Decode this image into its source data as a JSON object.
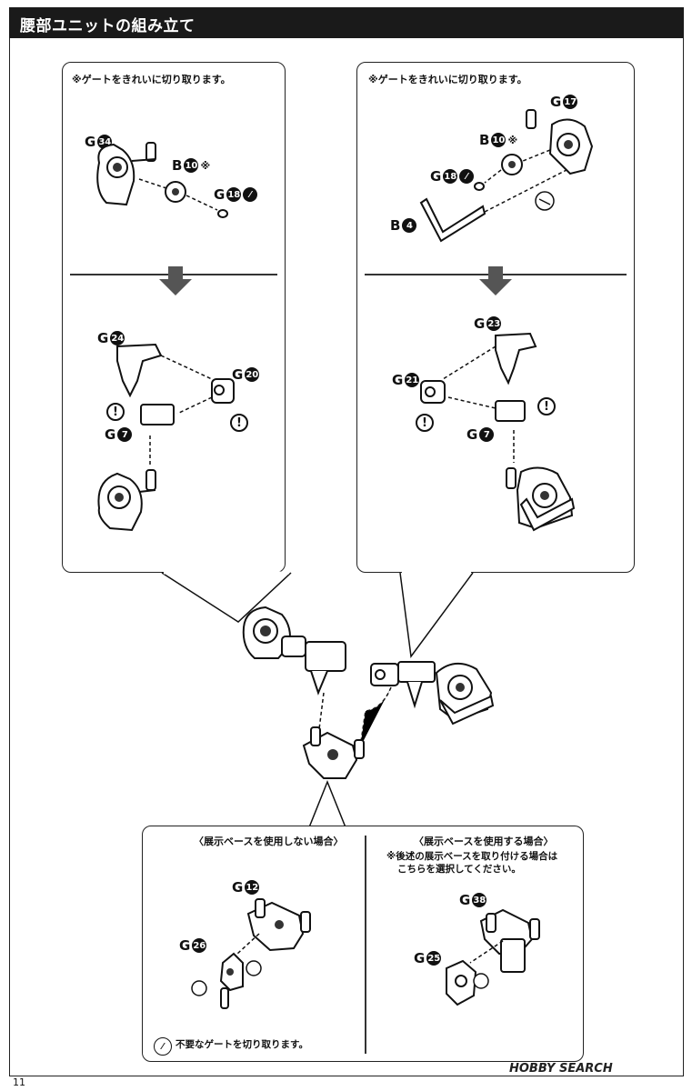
{
  "header": {
    "title": "腰部ユニットの組み立て"
  },
  "panel_left_top": {
    "note": "※ゲートをきれいに切り取ります。",
    "labels": {
      "g34": "G",
      "n34": "34",
      "b10": "B",
      "n10": "10",
      "mark10": "※",
      "g18": "G",
      "n18": "18"
    },
    "labels2": {
      "g24": "G",
      "n24": "24",
      "g20": "G",
      "n20": "20",
      "g7": "G",
      "n7": "7"
    }
  },
  "panel_right_top": {
    "note": "※ゲートをきれいに切り取ります。",
    "labels": {
      "g17": "G",
      "n17": "17",
      "b10": "B",
      "n10": "10",
      "mark10": "※",
      "g18": "G",
      "n18": "18",
      "b4": "B",
      "n4": "4"
    },
    "labels2": {
      "g23": "G",
      "n23": "23",
      "g21": "G",
      "n21": "21",
      "g7": "G",
      "n7": "7"
    }
  },
  "panel_bottom": {
    "left_heading": "〈展示ベースを使用しない場合〉",
    "right_heading": "〈展示ベースを使用する場合〉",
    "right_note_line1": "※後述の展示ベースを取り付ける場合は",
    "right_note_line2": "こちらを選択してください。",
    "left_labels": {
      "g12": "G",
      "n12": "12",
      "g26": "G",
      "n26": "26"
    },
    "right_labels": {
      "g38": "G",
      "n38": "38",
      "g25": "G",
      "n25": "25"
    },
    "footer_note": "不要なゲートを切り取ります。"
  },
  "warning_glyph": "!",
  "footer": {
    "page_number": "11",
    "watermark": "HOBBY SEARCH"
  }
}
